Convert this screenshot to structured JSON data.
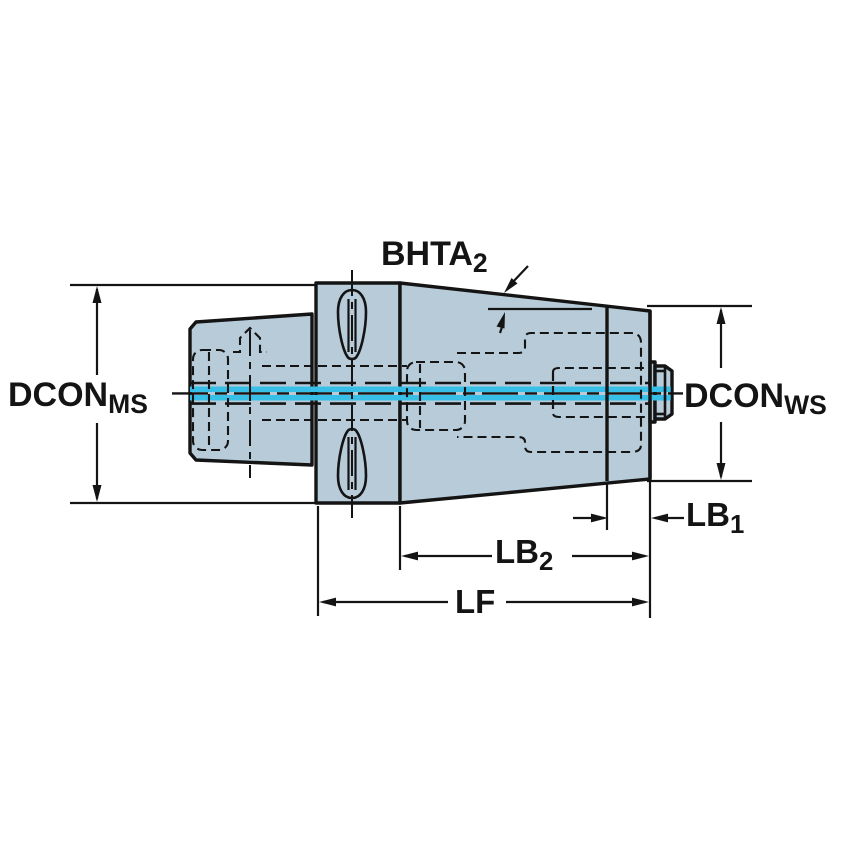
{
  "drawing": {
    "type": "engineering-dimension-drawing",
    "subject": "tool holder adapter, side view with hidden lines and coolant channel"
  },
  "labels": {
    "bhta2": {
      "main": "BHTA",
      "sub": "2"
    },
    "dcon_ms": {
      "main": "DCON",
      "sub": "MS"
    },
    "dcon_ws": {
      "main": "DCON",
      "sub": "WS"
    },
    "lb1": {
      "main": "LB",
      "sub": "1"
    },
    "lb2": {
      "main": "LB",
      "sub": "2"
    },
    "lf": {
      "main": "LF",
      "sub": ""
    }
  },
  "colors": {
    "body_fill": "#b7cbd9",
    "coolant_cyan": "#38bfe8",
    "line_black": "#141414",
    "background": "#ffffff"
  }
}
